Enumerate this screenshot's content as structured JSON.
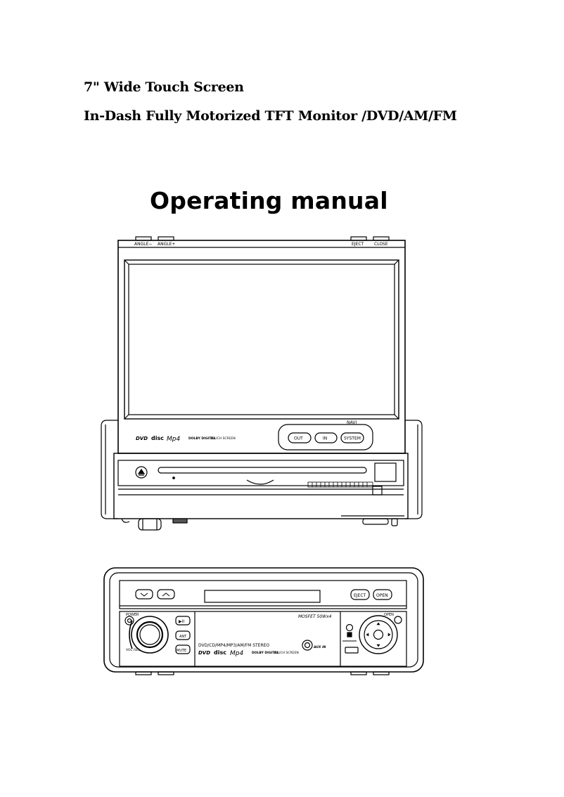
{
  "header": {
    "line1": "7\" Wide Touch Screen",
    "line2": "In-Dash Fully Motorized TFT Monitor /DVD/AM/FM"
  },
  "title": "Operating manual",
  "unit_open": {
    "top_buttons": {
      "angle_minus": "ANGLE−",
      "angle_plus": "ANGLE+",
      "eject": "EJECT",
      "close": "CLOSE"
    },
    "navi_label": "NAVI",
    "navi_buttons": {
      "out": "OUT",
      "in": "IN",
      "system": "SYSTEM"
    },
    "logos": {
      "dvd": "DVD",
      "disc": "disc",
      "mp4": "Mp4",
      "dolby": "DOLBY DIGITAL",
      "touch": "TOUCH SCREEN"
    }
  },
  "unit_closed": {
    "eject": "EJECT",
    "open": "OPEN",
    "power": "POWER",
    "open_small": "OPEN",
    "play_pause": "▶II",
    "ant": "ANT",
    "mute": "MUTE",
    "vol_sel": "VOL\n/SEL",
    "format_line": "DVD/CD/MP4/MP3/AM/FM STEREO",
    "aux_in": "AUX IN",
    "brand_script": "MOSFET 50Wx4",
    "logos": {
      "dvd": "DVD",
      "disc": "disc",
      "mp4": "Mp4",
      "dolby": "DOLBY DIGITAL",
      "touch": "TOUCH SCREEN"
    }
  }
}
